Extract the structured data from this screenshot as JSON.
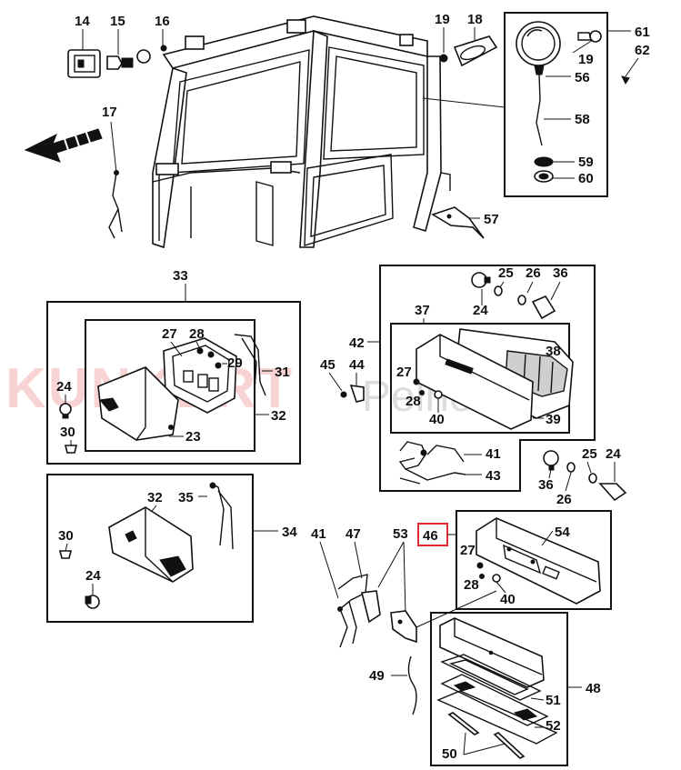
{
  "watermark": {
    "brand": "KUNKERT",
    "suffix": "Pełnowo"
  },
  "highlighted_callout": "46",
  "highlight_color": "#e0282e",
  "callouts": {
    "c14": "14",
    "c15": "15",
    "c16": "16",
    "c17": "17",
    "c18": "18",
    "c19a": "19",
    "c19b": "19",
    "c61": "61",
    "c62": "62",
    "c56": "56",
    "c58": "58",
    "c59": "59",
    "c60": "60",
    "c57": "57",
    "c33": "33",
    "c27a": "27",
    "c28a": "28",
    "c29": "29",
    "c31": "31",
    "c32a": "32",
    "c23": "23",
    "c24a": "24",
    "c30a": "30",
    "c45": "45",
    "c44": "44",
    "c42": "42",
    "c25a": "25",
    "c26a": "26",
    "c36a": "36",
    "c24b": "24",
    "c37": "37",
    "c38": "38",
    "c27b": "27",
    "c28b": "28",
    "c40a": "40",
    "c39": "39",
    "c41a": "41",
    "c43": "43",
    "c36b": "36",
    "c25b": "25",
    "c24c": "24",
    "c26b": "26",
    "c32b": "32",
    "c35": "35",
    "c34": "34",
    "c30b": "30",
    "c24d": "24",
    "c41b": "41",
    "c47": "47",
    "c53": "53",
    "c46": "46",
    "c54": "54",
    "c27c": "27",
    "c28c": "28",
    "c40b": "40",
    "c48": "48",
    "c49": "49",
    "c51": "51",
    "c52": "52",
    "c50": "50"
  }
}
